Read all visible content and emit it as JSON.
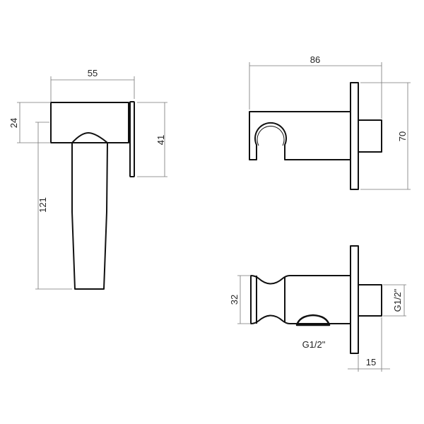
{
  "dimensions": {
    "handset_width": "55",
    "handset_head_height": "24",
    "handset_handle_length": "121",
    "handset_plate_height": "41",
    "holder_length": "86",
    "holder_plate_height": "70",
    "holder_knob_diameter": "32",
    "thread_back": "G1/2\"",
    "thread_bottom": "G1/2\"",
    "thread_length": "15"
  }
}
